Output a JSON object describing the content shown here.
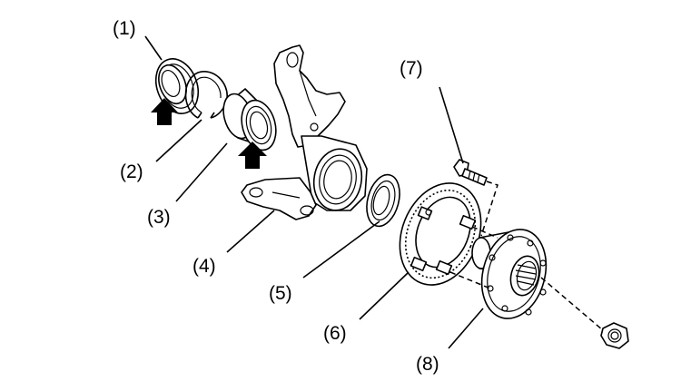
{
  "callouts": [
    {
      "id": "1",
      "text": "(1)"
    },
    {
      "id": "2",
      "text": "(2)"
    },
    {
      "id": "3",
      "text": "(3)"
    },
    {
      "id": "4",
      "text": "(4)"
    },
    {
      "id": "5",
      "text": "(5)"
    },
    {
      "id": "6",
      "text": "(6)"
    },
    {
      "id": "7",
      "text": "(7)"
    },
    {
      "id": "8",
      "text": "(8)"
    }
  ]
}
